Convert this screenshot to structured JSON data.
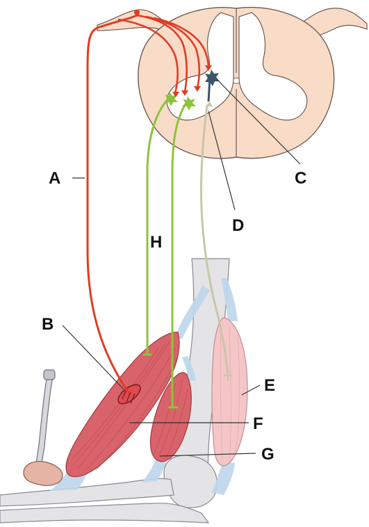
{
  "labels": {
    "A": "A",
    "B": "B",
    "C": "C",
    "D": "D",
    "E": "E",
    "F": "F",
    "G": "G",
    "H": "H"
  },
  "colors": {
    "motor_neuron": "#e23b22",
    "sensory_fiber": "#8cc43c",
    "interneuron": "#3d5566",
    "inhibitory_fiber": "#c8c7a9",
    "spinal_cord": "#f8dcc8",
    "flexor_muscle": "#d9636a",
    "extensor_muscle": "#f4c6c8",
    "bone": "#e4e4e6",
    "tendon": "#bcd6ec"
  }
}
